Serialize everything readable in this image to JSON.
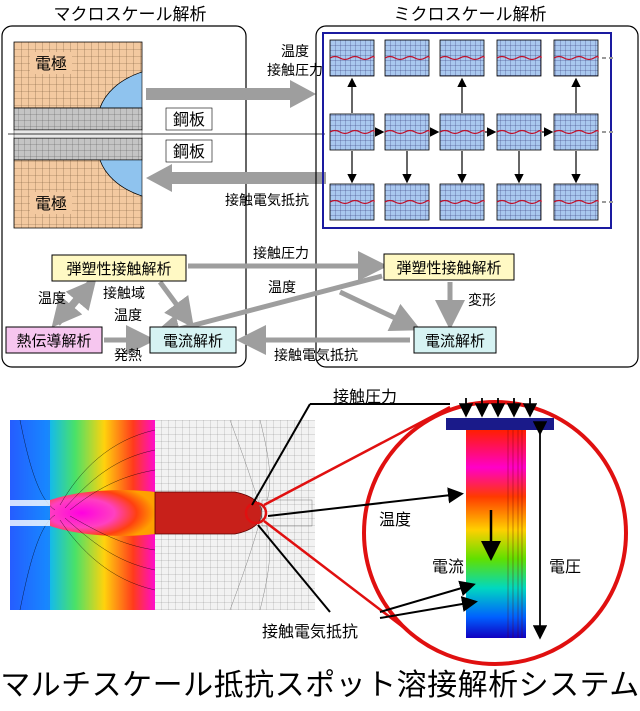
{
  "headings": {
    "macro": "マクロスケール解析",
    "micro": "ミクロスケール解析"
  },
  "macro_labels": {
    "electrode_top": "電極",
    "electrode_bottom": "電極",
    "steel_top": "鋼板",
    "steel_bottom": "鋼板"
  },
  "transfer_labels": {
    "temp_pressure_line1": "温度",
    "temp_pressure_line2": "接触圧力",
    "contact_resistance": "接触電気抵抗"
  },
  "flow_boxes": {
    "macro_elastoplastic": "弾塑性接触解析",
    "micro_elastoplastic": "弾塑性接触解析",
    "heat_conduction": "熱伝導解析",
    "macro_current": "電流解析",
    "micro_current": "電流解析"
  },
  "flow_labels": {
    "contact_pressure": "接触圧力",
    "temperature_diag": "温度",
    "temperature_left": "温度",
    "contact_area": "接触域",
    "temperature_mid": "温度",
    "heat_generation": "発熱",
    "deformation": "変形",
    "contact_resistance": "接触電気抵抗"
  },
  "sim_labels": {
    "contact_pressure": "接触圧力",
    "temperature": "温度",
    "current": "電流",
    "voltage": "電圧",
    "contact_resistance": "接触電気抵抗"
  },
  "system_title": "マルチスケール抵抗スポット溶接解析システム",
  "colors": {
    "electrode": "#f3c9a0",
    "electrode_grid": "#8a6a4a",
    "steel": "#b8b8b8",
    "micro_cell": "#a9c8ef",
    "micro_frame": "#1a1aa0",
    "label_box": "#fff9c4",
    "heat_box": "#f6c6ef",
    "current_box": "#d6f3f3",
    "arrow_gray": "#9e9e9e",
    "ring_red": "#e01010",
    "top_plate": "#1a1a8a"
  }
}
